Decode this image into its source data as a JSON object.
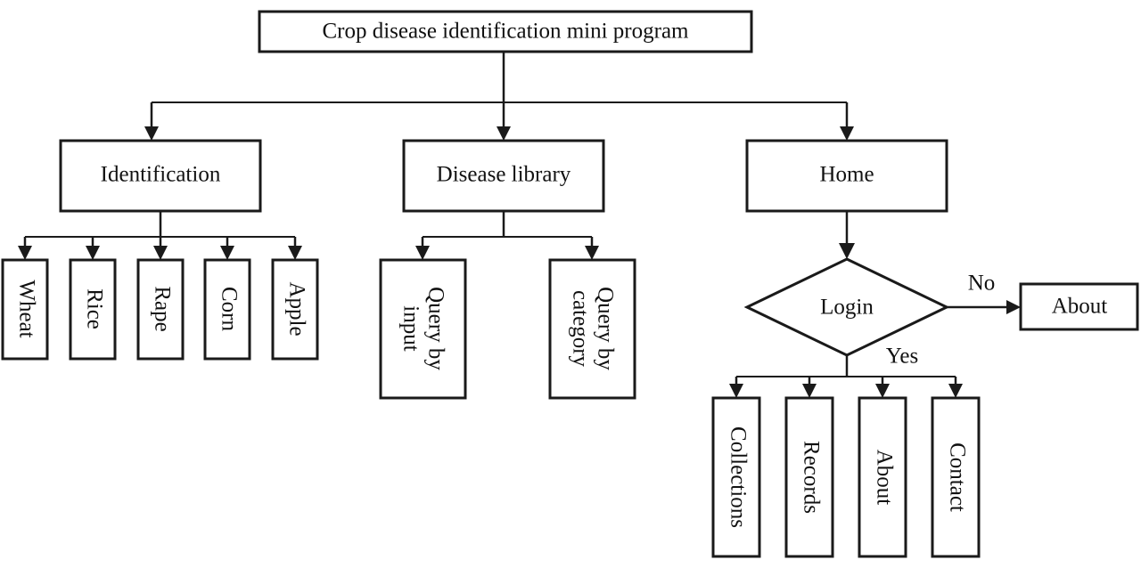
{
  "diagram": {
    "title_node": {
      "label": "Crop disease identification mini program"
    },
    "level2": [
      {
        "id": "identification",
        "label": "Identification"
      },
      {
        "id": "disease-library",
        "label": "Disease library"
      },
      {
        "id": "home",
        "label": "Home"
      }
    ],
    "identification_children": [
      {
        "id": "wheat",
        "label": "Wheat"
      },
      {
        "id": "rice",
        "label": "Rice"
      },
      {
        "id": "rape",
        "label": "Rape"
      },
      {
        "id": "corn",
        "label": "Corn"
      },
      {
        "id": "apple",
        "label": "Apple"
      }
    ],
    "disease_library_children": [
      {
        "id": "query-by-input",
        "line1": "Query by",
        "line2": "input"
      },
      {
        "id": "query-by-category",
        "line1": "Query by",
        "line2": "category"
      }
    ],
    "decision": {
      "id": "login",
      "label": "Login"
    },
    "decision_branches": {
      "no_label": "No",
      "yes_label": "Yes"
    },
    "no_target": {
      "id": "about-no",
      "label": "About"
    },
    "login_children": [
      {
        "id": "collections",
        "label": "Collections"
      },
      {
        "id": "records",
        "label": "Records"
      },
      {
        "id": "about-yes",
        "label": "About"
      },
      {
        "id": "contact",
        "label": "Contact"
      }
    ],
    "colors": {
      "stroke": "#1a1a1a",
      "fill": "#ffffff",
      "text": "#111111"
    }
  }
}
